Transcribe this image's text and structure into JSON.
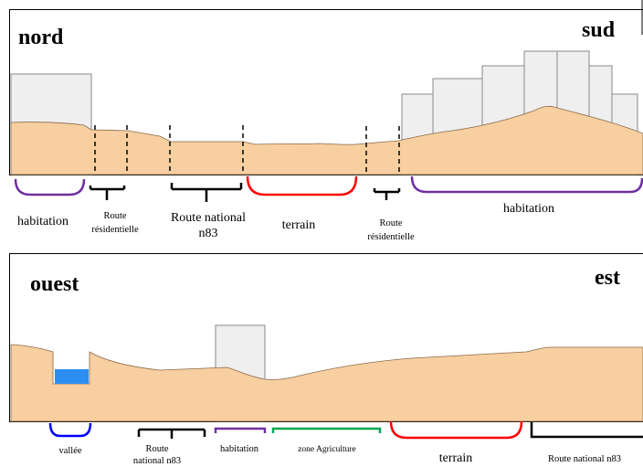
{
  "top_section": {
    "left_direction": "nord",
    "right_direction": "sud",
    "labels": {
      "habitation_left": "habitation",
      "route_res_1_line1": "Route",
      "route_res_1_line2": "résidentielle",
      "route_nat_line1": "Route national",
      "route_nat_line2": "n83",
      "terrain": "terrain",
      "route_res_2_line1": "Route",
      "route_res_2_line2": "résidentielle",
      "habitation_right": "habitation"
    }
  },
  "bottom_section": {
    "left_direction": "ouest",
    "right_direction": "est",
    "labels": {
      "vallee": "vallée",
      "route_nat_line1": "Route",
      "route_nat_line2": "national n83",
      "habitation": "habitation",
      "zone_agri": "zone Agriculture",
      "terrain": "terrain",
      "route_nat_right": "Route national n83"
    }
  },
  "colors": {
    "ground": "#f7cfa0",
    "building": "#efefef",
    "water": "#2b8ef0",
    "purple": "#7030a0",
    "black": "#000000",
    "red": "#ff0000",
    "green": "#00a651",
    "blue": "#0000ff"
  }
}
